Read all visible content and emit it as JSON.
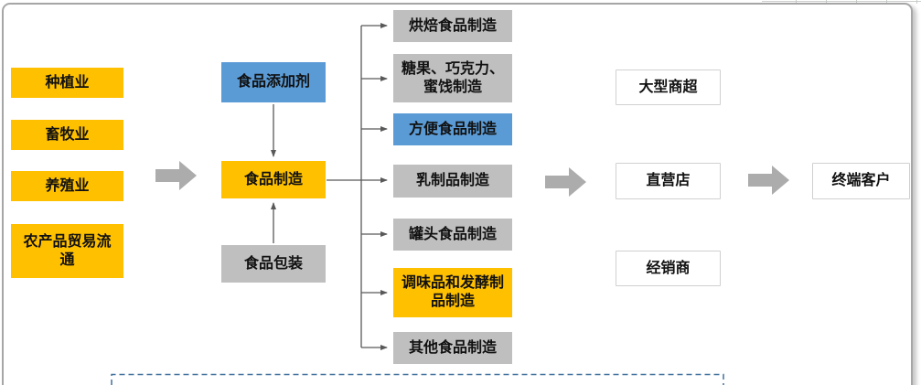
{
  "colors": {
    "node_yellow": "#FFC000",
    "node_blue": "#5B9BD5",
    "node_gray": "#BFBFBF",
    "outline_box_border": "#D0D0D0",
    "block_arrow_gray": "#ACACAC",
    "connector_line": "#595959",
    "selection_dashed_border": "#41719C",
    "canvas_border": "#A6A6A6"
  },
  "diagram": {
    "upstream_sources": [
      {
        "label": "种植业"
      },
      {
        "label": "畜牧业"
      },
      {
        "label": "养殖业"
      },
      {
        "label": "农产品贸易流通"
      }
    ],
    "core": {
      "additives": {
        "label": "食品添加剂"
      },
      "manufacturing": {
        "label": "食品制造"
      },
      "packaging": {
        "label": "食品包装"
      }
    },
    "segments": [
      {
        "label": "烘焙食品制造"
      },
      {
        "label": "糖果、巧克力、蜜饯制造"
      },
      {
        "label": "方便食品制造"
      },
      {
        "label": "乳制品制造"
      },
      {
        "label": "罐头食品制造"
      },
      {
        "label": "调味品和发酵制品制造"
      },
      {
        "label": "其他食品制造"
      }
    ],
    "channels": [
      {
        "label": "大型商超"
      },
      {
        "label": "直营店"
      },
      {
        "label": "经销商"
      }
    ],
    "customer": {
      "label": "终端客户"
    }
  }
}
